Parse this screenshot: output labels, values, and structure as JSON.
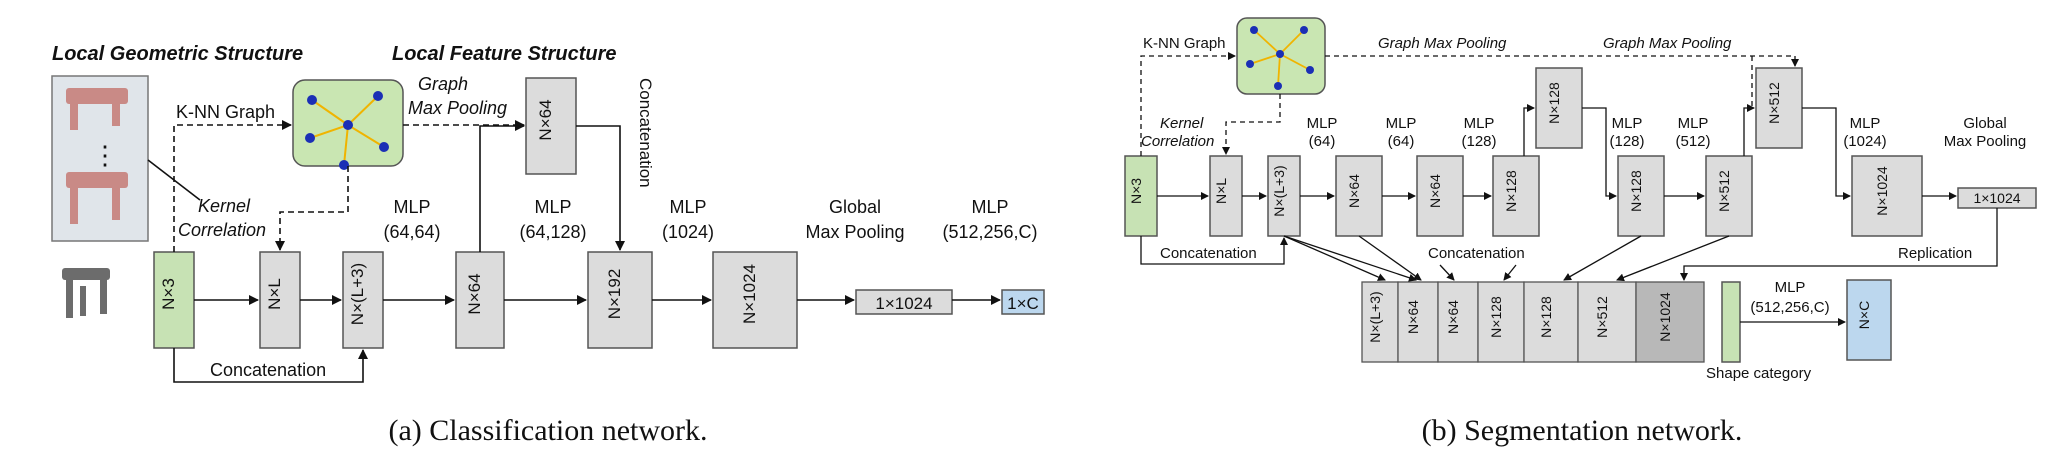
{
  "colors": {
    "gray_box": "#dcdcdc",
    "dark_gray_box": "#b8b8b8",
    "green_box": "#c7e2b4",
    "blue_box": "#bcd7ee",
    "graph_bg": "#c9e6b2",
    "node": "#1b2fb5",
    "edge": "#f0b400"
  },
  "icons": [
    "point-cloud-chair-icon",
    "graph-icon"
  ],
  "classification": {
    "caption": "(a) Classification network.",
    "local_geometric_title": "Local Geometric Structure",
    "local_feature_title": "Local Feature Structure",
    "knn_label": "K-NN Graph",
    "graph_max_pooling_line1": "Graph",
    "graph_max_pooling_line2": "Max Pooling",
    "kernel_line1": "Kernel",
    "kernel_line2": "Correlation",
    "concatenation_vertical": "Concatenation",
    "concatenation_bottom": "Concatenation",
    "mlp_1_line1": "MLP",
    "mlp_1_line2": "(64,64)",
    "mlp_2_line1": "MLP",
    "mlp_2_line2": "(64,128)",
    "mlp_3_line1": "MLP",
    "mlp_3_line2": "(1024)",
    "global_pool_line1": "Global",
    "global_pool_line2": "Max Pooling",
    "mlp_4_line1": "MLP",
    "mlp_4_line2": "(512,256,C)",
    "dots": "⋮",
    "box_n3": "N×3",
    "box_nl": "N×L",
    "box_nl3": "N×(L+3)",
    "box_n64": "N×64",
    "box_n64_top": "N×64",
    "box_n192": "N×192",
    "box_n1024": "N×1024",
    "box_1x1024": "1×1024",
    "box_1xc": "1×C"
  },
  "segmentation": {
    "caption": "(b) Segmentation network.",
    "knn_label": "K-NN Graph",
    "graph_pool_1": "Graph Max Pooling",
    "graph_pool_2": "Graph Max Pooling",
    "kernel_line1": "Kernel",
    "kernel_line2": "Correlation",
    "concatenation_1": "Concatenation",
    "concatenation_2": "Concatenation",
    "replication": "Replication",
    "shape_category": "Shape category",
    "mlp_a_line1": "MLP",
    "mlp_a_line2": "(64)",
    "mlp_b_line1": "MLP",
    "mlp_b_line2": "(64)",
    "mlp_c_line1": "MLP",
    "mlp_c_line2": "(128)",
    "mlp_d_line1": "MLP",
    "mlp_d_line2": "(128)",
    "mlp_e_line1": "MLP",
    "mlp_e_line2": "(512)",
    "mlp_f_line1": "MLP",
    "mlp_f_line2": "(1024)",
    "global_pool_line1": "Global",
    "global_pool_line2": "Max Pooling",
    "mlp_out_line1": "MLP",
    "mlp_out_line2": "(512,256,C)",
    "box_n3": "N×3",
    "box_nl": "N×L",
    "box_nl3": "N×(L+3)",
    "box_n64_a": "N×64",
    "box_n64_b": "N×64",
    "box_n128_a": "N×128",
    "box_n128_top": "N×128",
    "box_n128_b": "N×128",
    "box_n512_a": "N×512",
    "box_n512_top": "N×512",
    "box_n1024": "N×1024",
    "box_1x1024": "1×1024",
    "box_nc": "N×C",
    "concat_cells": [
      "N×(L+3)",
      "N×64",
      "N×64",
      "N×128",
      "N×128",
      "N×512",
      "N×1024"
    ]
  }
}
